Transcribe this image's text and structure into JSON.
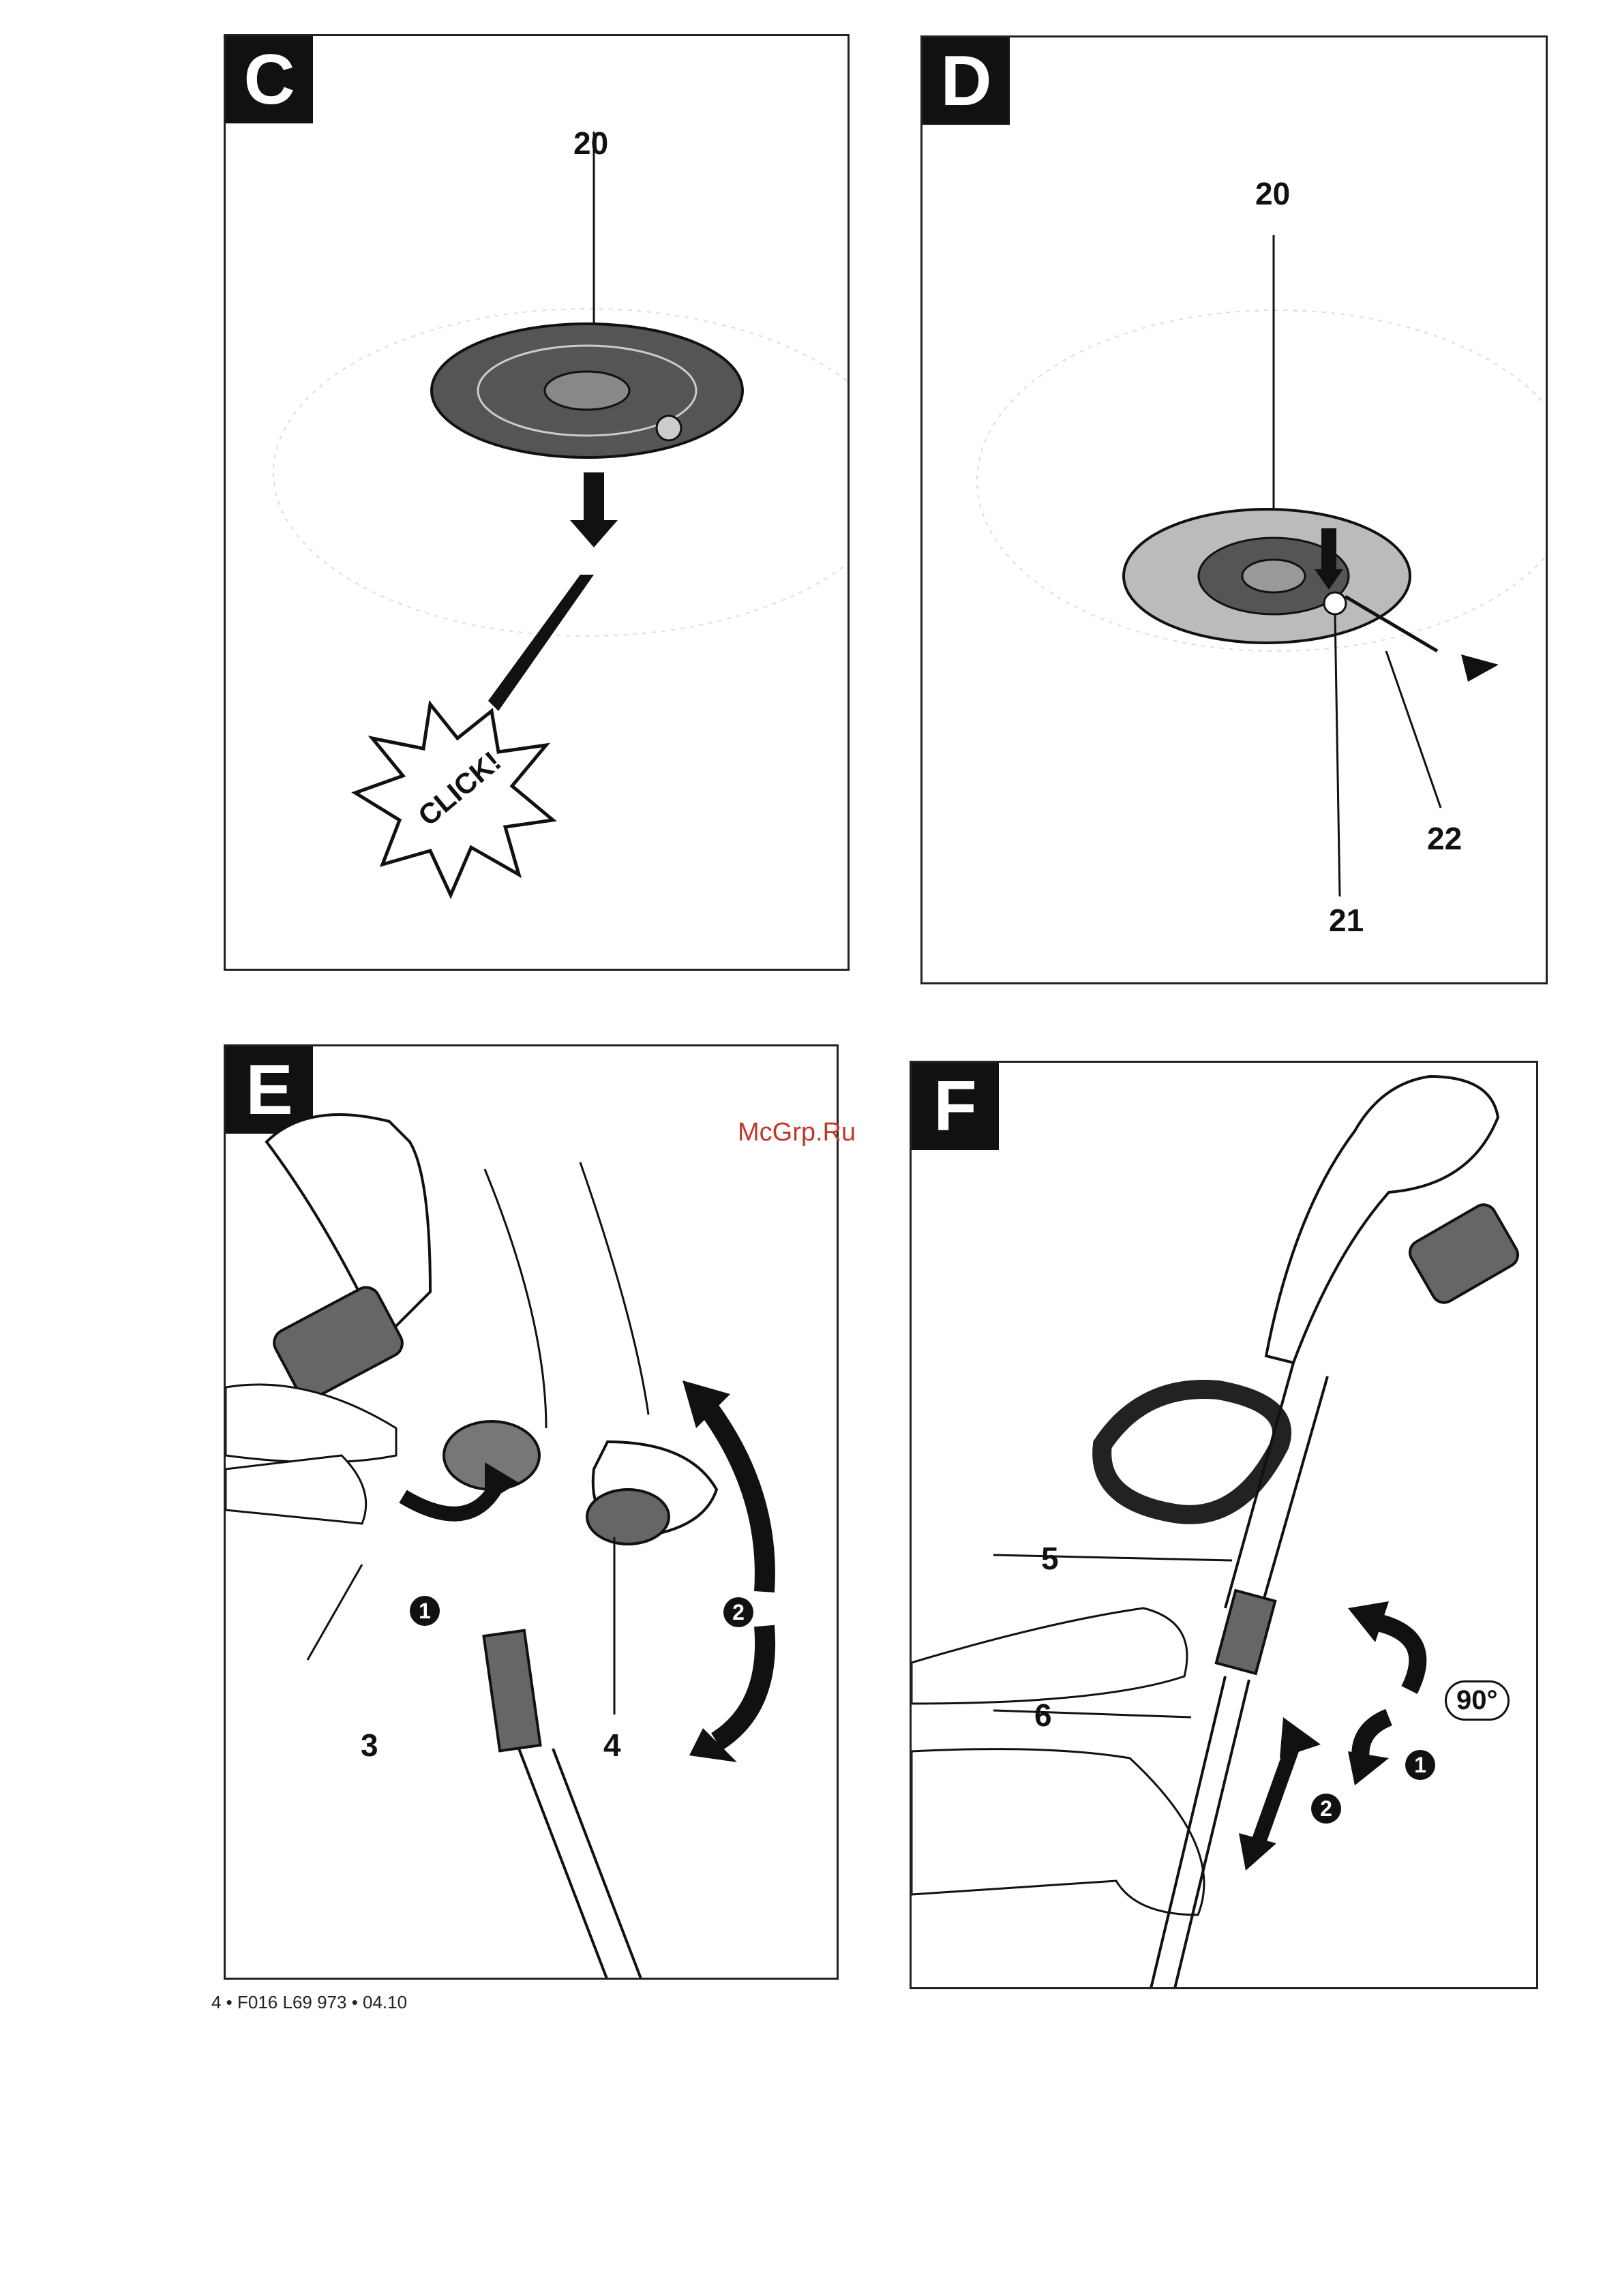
{
  "watermark": "McGrp.Ru",
  "footer": "4 • F016 L69 973 • 04.10",
  "panels": {
    "c": {
      "letter": "C",
      "callouts": [
        "20"
      ],
      "click": "CLICK!"
    },
    "d": {
      "letter": "D",
      "callouts": [
        "20",
        "21",
        "22"
      ]
    },
    "e": {
      "letter": "E",
      "callouts": [
        "3",
        "4"
      ],
      "steps": [
        "1",
        "2"
      ]
    },
    "f": {
      "letter": "F",
      "callouts": [
        "5",
        "6"
      ],
      "steps": [
        "1",
        "2"
      ],
      "rotation": "90°"
    }
  },
  "colors": {
    "ink": "#111111",
    "paper": "#ffffff",
    "watermark": "#c0392b"
  }
}
